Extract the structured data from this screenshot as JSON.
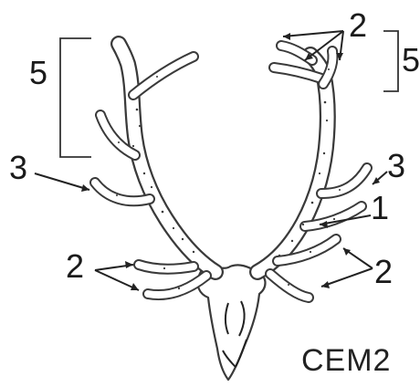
{
  "figure": {
    "code_label": "CEM2",
    "labels": {
      "left_top_bracket": "5",
      "right_top_bracket": "5",
      "left_tine_3": "3",
      "right_tine_3": "3",
      "left_tines_2": "2",
      "right_tines_2": "2",
      "top_right_tines_2": "2",
      "right_tine_1": "1"
    }
  }
}
